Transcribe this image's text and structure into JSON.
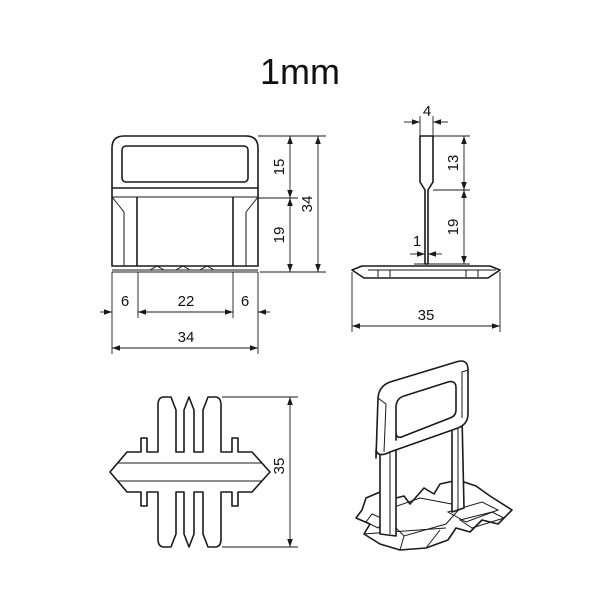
{
  "title": "1mm",
  "front_view": {
    "height_top": "15",
    "height_total": "34",
    "height_bottom": "19",
    "width_left": "6",
    "width_middle": "22",
    "width_right": "6",
    "width_total": "34"
  },
  "side_view": {
    "thickness_top": "4",
    "height_top": "13",
    "height_bottom": "19",
    "stem_thickness": "1",
    "base_width": "35"
  },
  "plan_view": {
    "base_length": "35"
  }
}
